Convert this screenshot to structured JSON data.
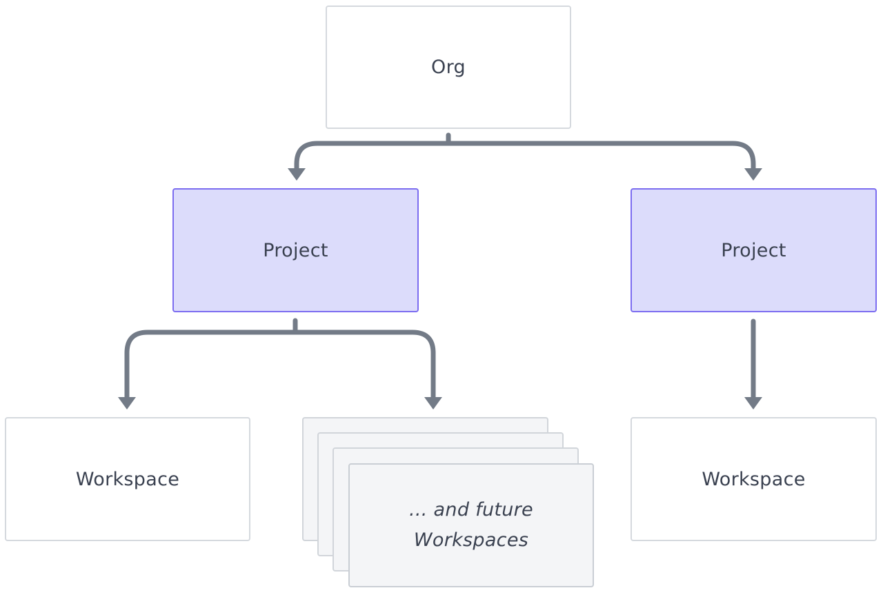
{
  "diagram": {
    "org": {
      "label": "Org"
    },
    "projects": [
      {
        "label": "Project"
      },
      {
        "label": "Project"
      }
    ],
    "workspaces": [
      {
        "label": "Workspace"
      },
      {
        "label": "Workspace"
      }
    ],
    "future_workspaces": {
      "line1": "... and future",
      "line2": "Workspaces"
    },
    "colors": {
      "project_fill": "#dcdcfb",
      "project_border": "#7b6cf0",
      "box_border": "#d5d9de",
      "stack_fill": "#f4f5f7",
      "connector": "#737b87",
      "text": "#3a4150"
    }
  }
}
